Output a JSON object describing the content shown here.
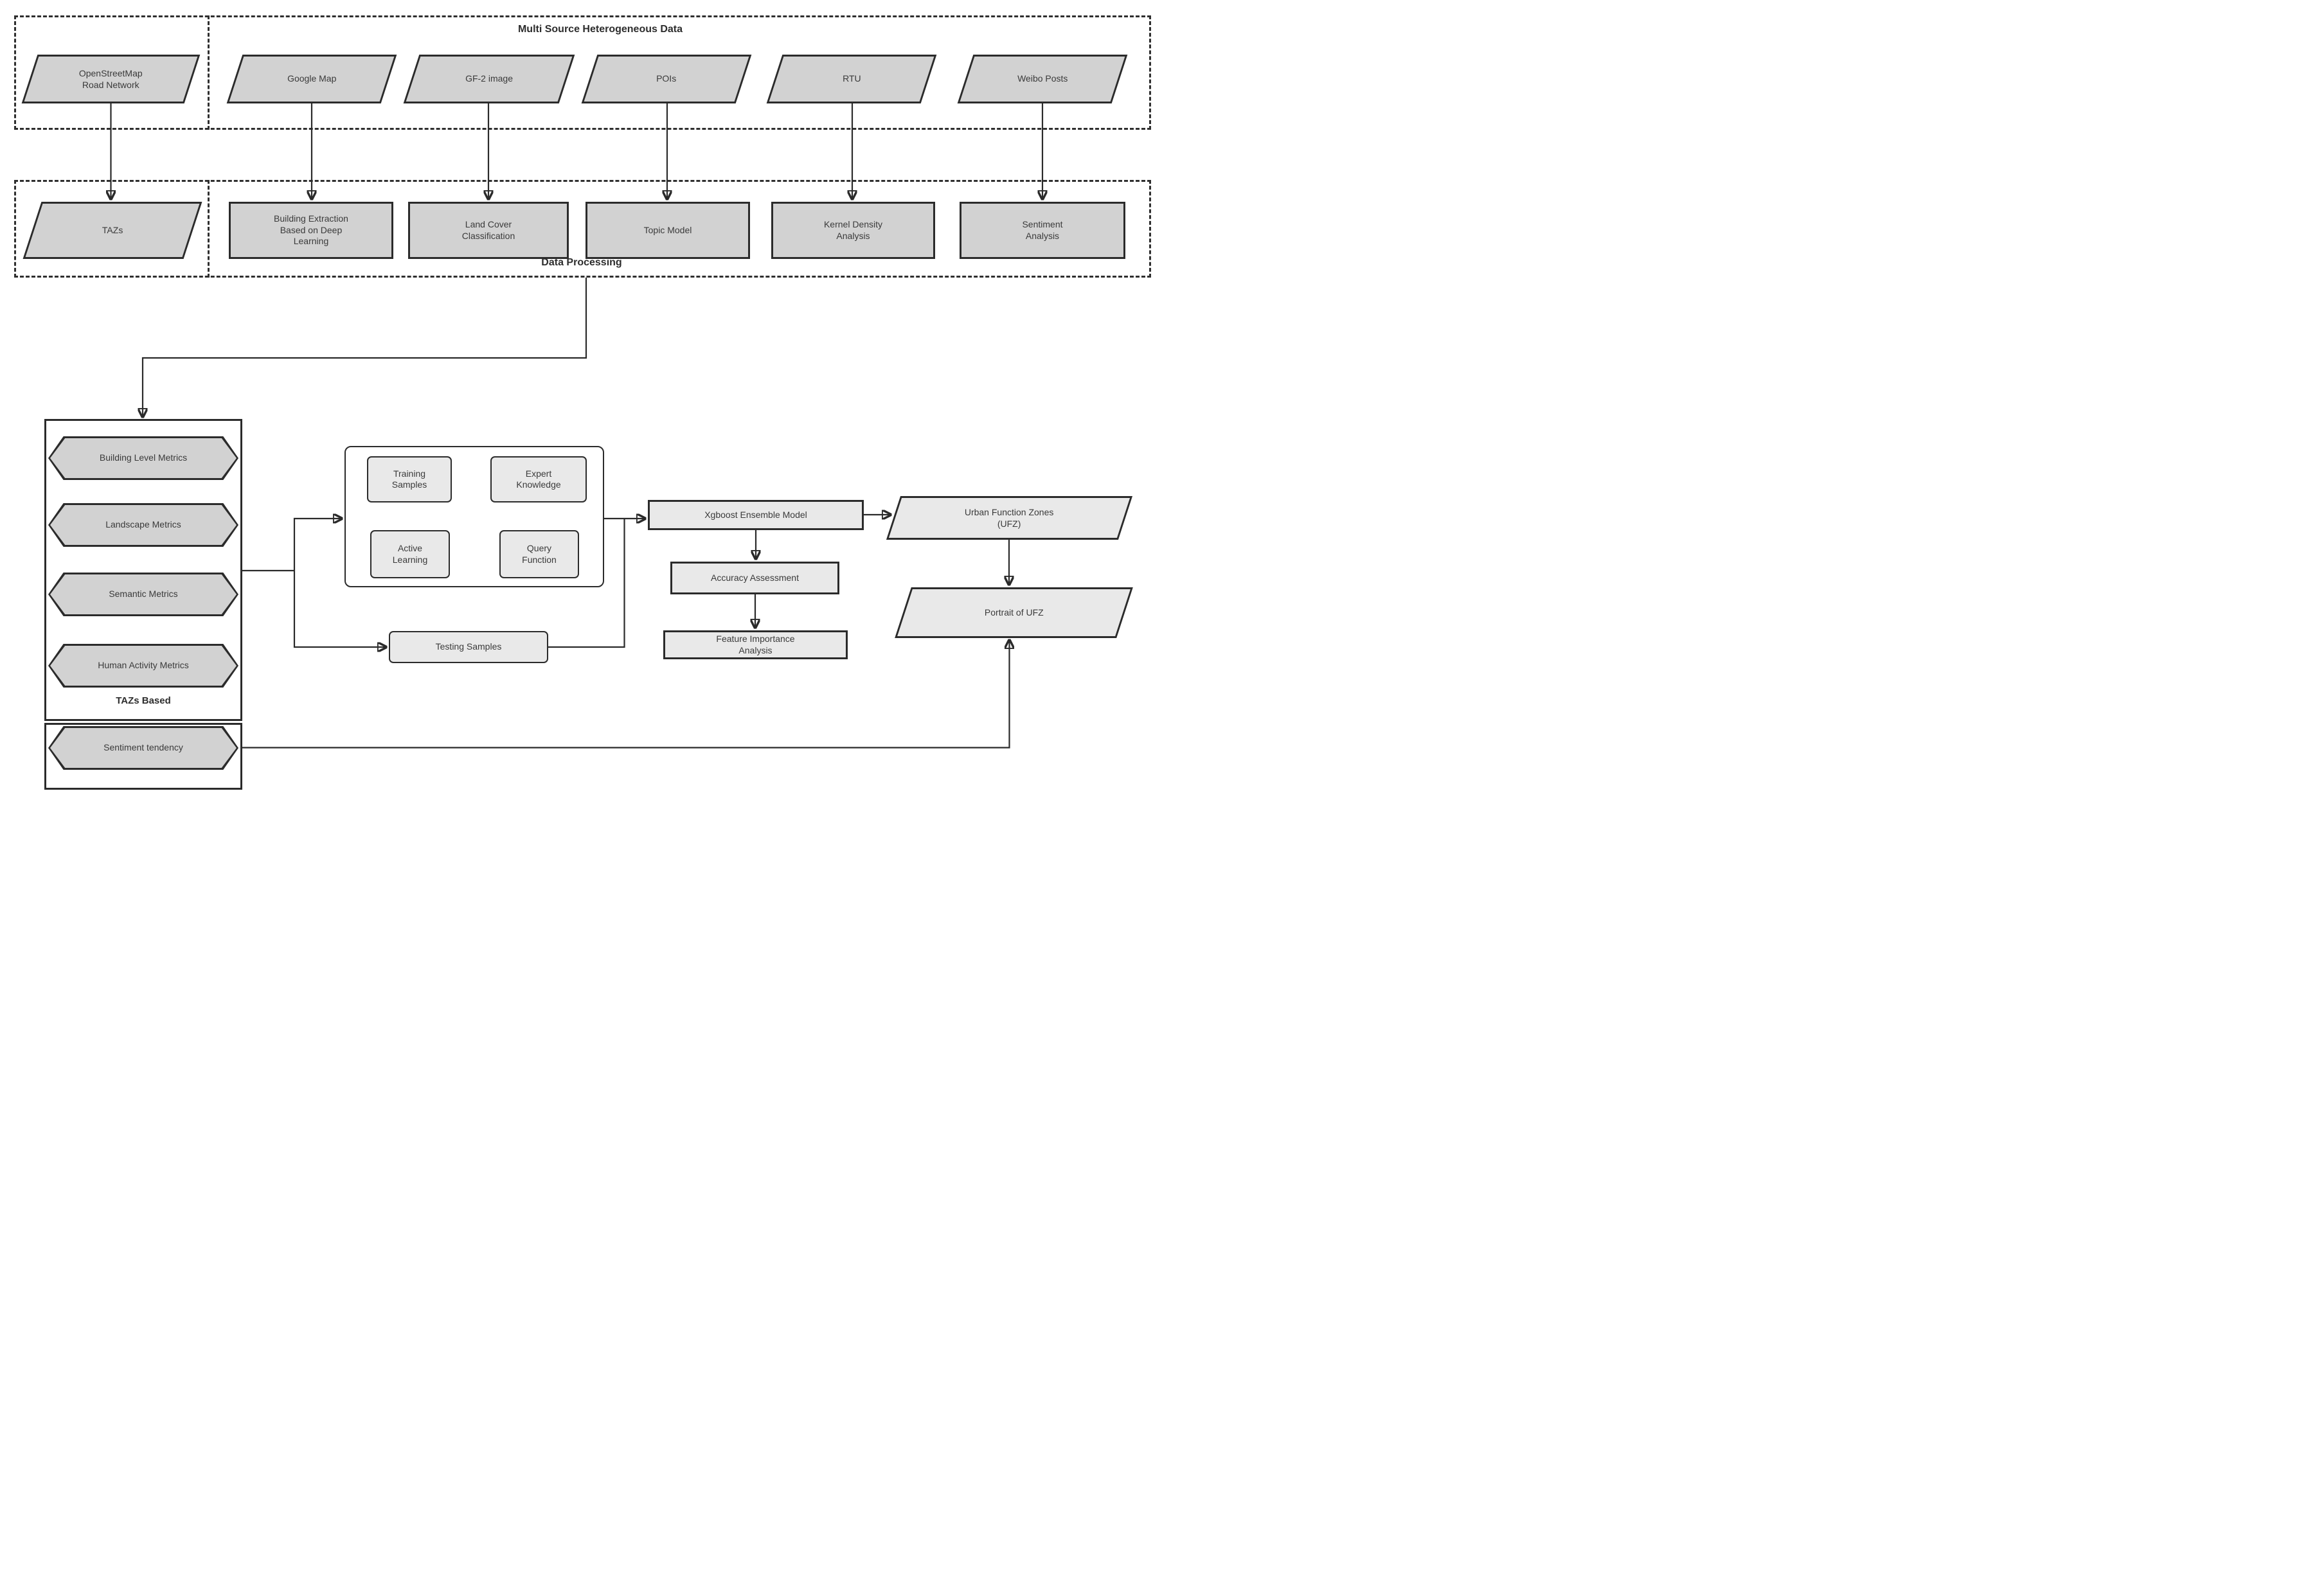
{
  "sections": {
    "multi_source_title": "Multi Source Heterogeneous Data",
    "data_processing_title": "Data Processing",
    "tazs_based_title": "TAZs Based"
  },
  "nodes": {
    "osm": "OpenStreetMap\nRoad Network",
    "google_map": "Google Map",
    "gf2_image": "GF-2 image",
    "pois": "POIs",
    "rtu": "RTU",
    "weibo_posts": "Weibo Posts",
    "tazs": "TAZs",
    "building_extraction": "Building Extraction\nBased on Deep\nLearning",
    "land_cover": "Land Cover\nClassification",
    "topic_model": "Topic Model",
    "kernel_density": "Kernel Density\nAnalysis",
    "sentiment_analysis": "Sentiment\nAnalysis",
    "building_level_metrics": "Building Level Metrics",
    "landscape_metrics": "Landscape Metrics",
    "semantic_metrics": "Semantic Metrics",
    "human_activity_metrics": "Human Activity Metrics",
    "sentiment_tendency": "Sentiment tendency",
    "training_samples": "Training\nSamples",
    "expert_knowledge": "Expert\nKnowledge",
    "active_learning": "Active\nLearning",
    "query_function": "Query\nFunction",
    "testing_samples": "Testing Samples",
    "xgboost_model": "Xgboost Ensemble Model",
    "accuracy_assessment": "Accuracy Assessment",
    "feature_importance": "Feature Importance\nAnalysis",
    "urban_function_zones": "Urban Function Zones\n(UFZ)",
    "portrait_of_ufz": "Portrait of UFZ"
  },
  "colors": {
    "line": "#2a2a2a",
    "shape_border": "#2b2b2b",
    "source_fill": "#d2d2d2",
    "model_fill": "#e9e9e9",
    "background": "#ffffff"
  }
}
